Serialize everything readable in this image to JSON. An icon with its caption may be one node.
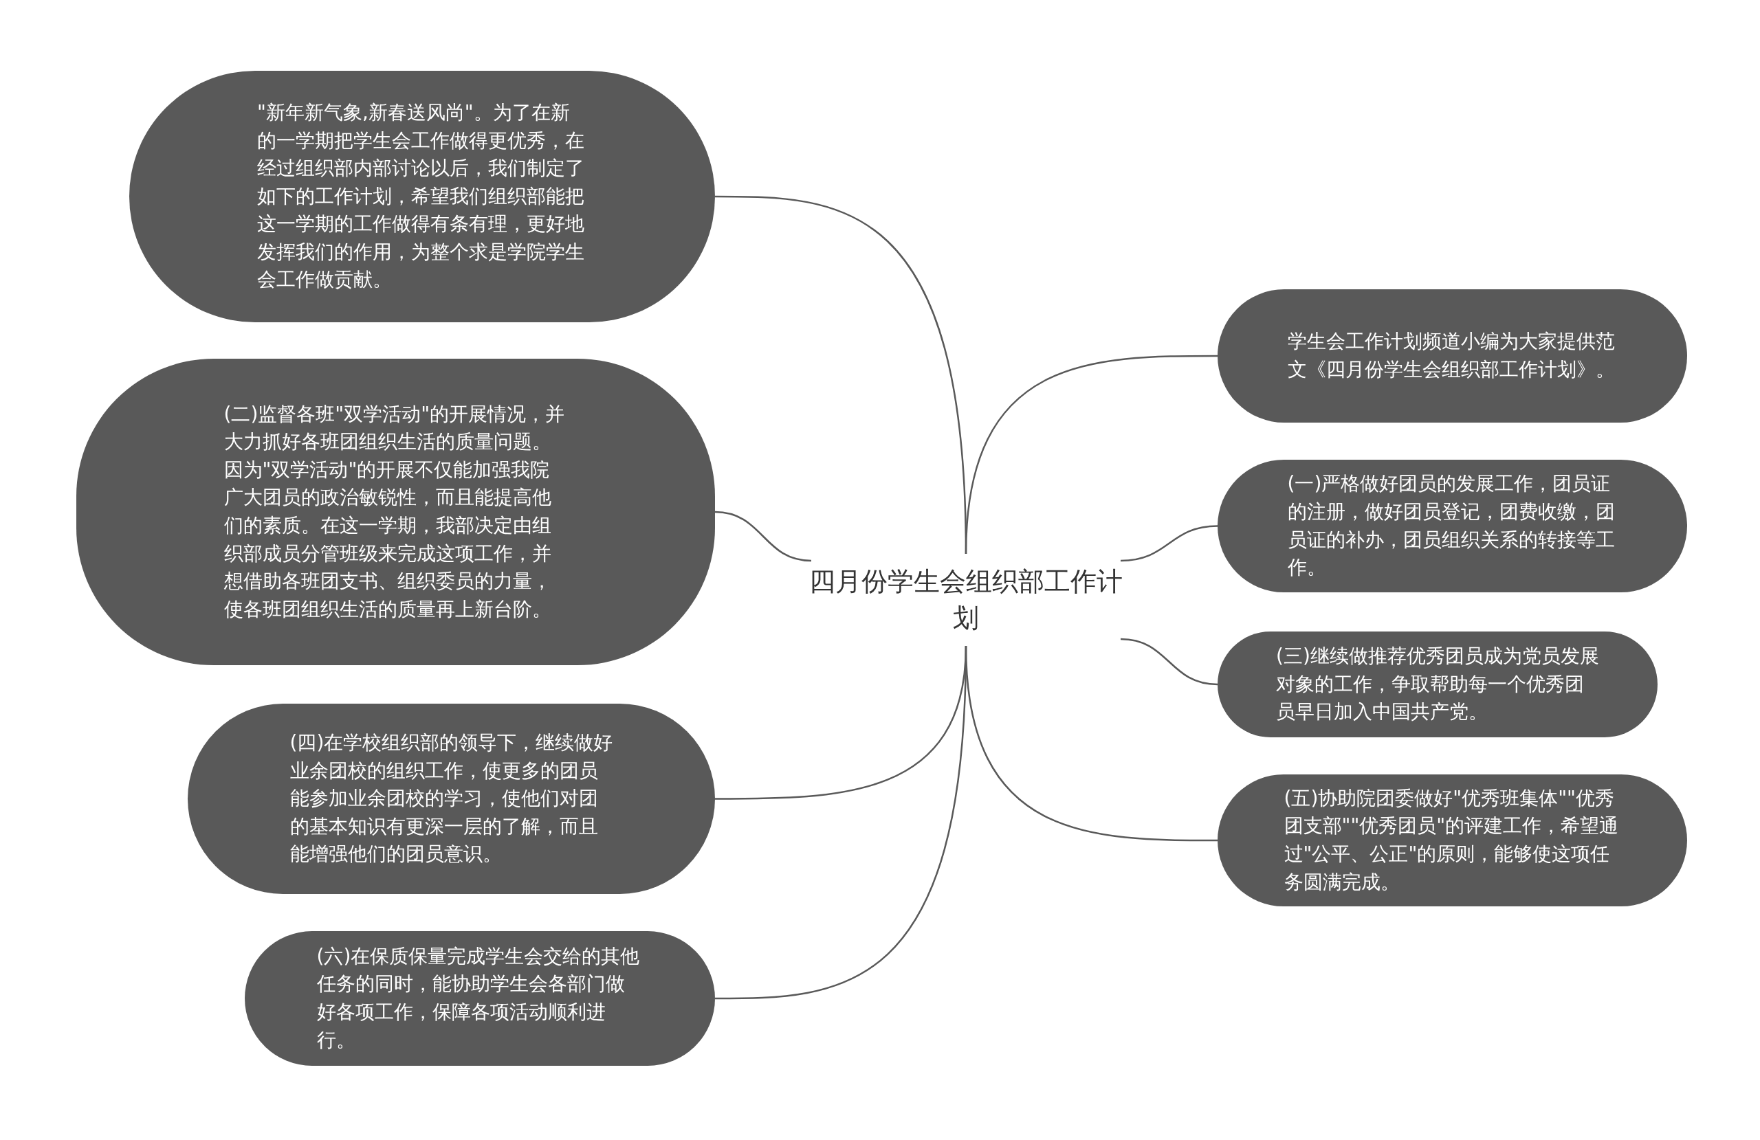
{
  "diagram": {
    "nodes": [
      {
        "text": [
          "四月份学生会组织部工作计划"
        ]
      },
      {
        "text": [
          "\"新年新气象,新春送风尚\"。为了在新的一学期把学生会工作做得更优秀，在经过组织部内部讨论以后，我们制定了如下的工作计划，希望我们组织部能把这一学期的工作做得有条有理，更好地发挥我们的作用，为整个求是学院学生会工作做贡献。"
        ]
      },
      {
        "text": [
          "(二)监督各班\"双学活动\"的开展情况，并大力抓好各班团组织生活的质量问题。因为\"双学活动\"的开展不仅能加强我院广大团员的政治敏锐性，而且能提高他们的素质。在这一学期，我部决定由组织部成员分管班级来完成这项工作，并想借助各班团支书、组织委员的力量，使各班团组织生活的质量再上新台阶。"
        ]
      },
      {
        "text": [
          "(四)在学校组织部的领导下，继续做好业余团校的组织工作，使更多的团员能参加业余团校的学习，使他们对团的基本知识有更深一层的了解，而且能增强他们的团员意识。"
        ]
      },
      {
        "text": [
          "(六)在保质保量完成学生会交给的其他任务的同时，能协助学生会各部门做好各项工作，保障各项活动顺利进行。"
        ]
      },
      {
        "text": [
          "学生会工作计划频道小编为大家提供范文《四月份学生会组织部工作计划》。"
        ]
      },
      {
        "text": [
          "(一)严格做好团员的发展工作，团员证的注册，做好团员登记，团费收缴，团员证的补办，团员组织关系的转接等工作。"
        ]
      },
      {
        "text": [
          "(三)继续做推荐优秀团员成为党员发展对象的工作，争取帮助每一个优秀团员早日加入中国共产党。"
        ]
      },
      {
        "text": [
          "(五)协助院团委做好\"优秀班集体\"\"优秀团支部\"\"优秀团员\"的评建工作，希望通过\"公平、公正\"的原则，能够使这项任务圆满完成。"
        ]
      }
    ],
    "edges": [
      {
        "from": 0,
        "to": 1,
        "arrow": "none"
      },
      {
        "from": 0,
        "to": 2,
        "arrow": "none"
      },
      {
        "from": 0,
        "to": 3,
        "arrow": "none"
      },
      {
        "from": 0,
        "to": 4,
        "arrow": "none"
      },
      {
        "from": 0,
        "to": 5,
        "arrow": "none"
      },
      {
        "from": 0,
        "to": 6,
        "arrow": "none"
      },
      {
        "from": 0,
        "to": 7,
        "arrow": "none"
      },
      {
        "from": 0,
        "to": 8,
        "arrow": "none"
      }
    ]
  }
}
